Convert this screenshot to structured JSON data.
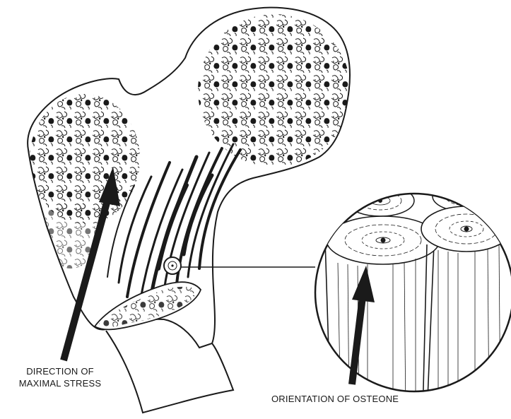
{
  "labels": {
    "stress_line1": "DIRECTION OF",
    "stress_line2": "MAXIMAL STRESS",
    "osteone": "ORIENTATION OF OSTEONE"
  },
  "colors": {
    "ink": "#1a1a1a",
    "background": "#ffffff"
  }
}
